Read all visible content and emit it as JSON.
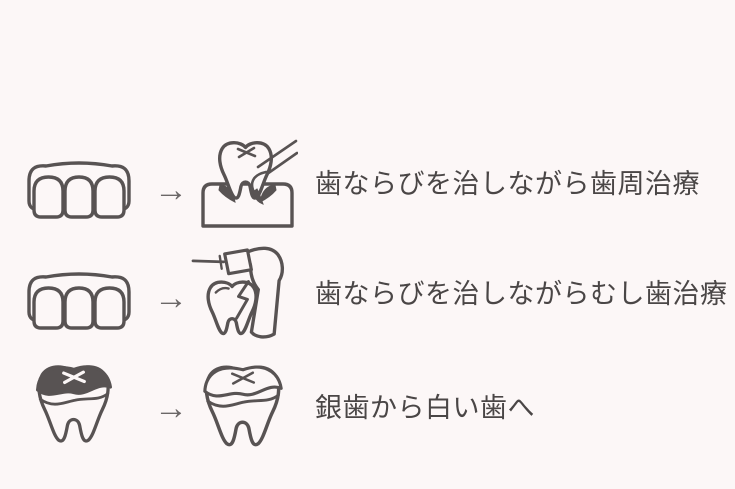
{
  "canvas": {
    "background_color": "#fcf7f7",
    "line_color": "#585353",
    "text_color": "#4a4646",
    "arrow_color": "#6b6767"
  },
  "rows": [
    {
      "before_icon": "aligned-front-teeth",
      "arrow_glyph": "→",
      "after_icon": "periodontal-scaling-tooth",
      "label": "歯ならびを治しながら歯周治療"
    },
    {
      "before_icon": "aligned-front-teeth",
      "arrow_glyph": "→",
      "after_icon": "cavity-tooth-with-drill",
      "label": "歯ならびを治しながらむし歯治療"
    },
    {
      "before_icon": "silver-filled-tooth",
      "arrow_glyph": "→",
      "after_icon": "white-filled-tooth",
      "label": "銀歯から白い歯へ"
    }
  ]
}
